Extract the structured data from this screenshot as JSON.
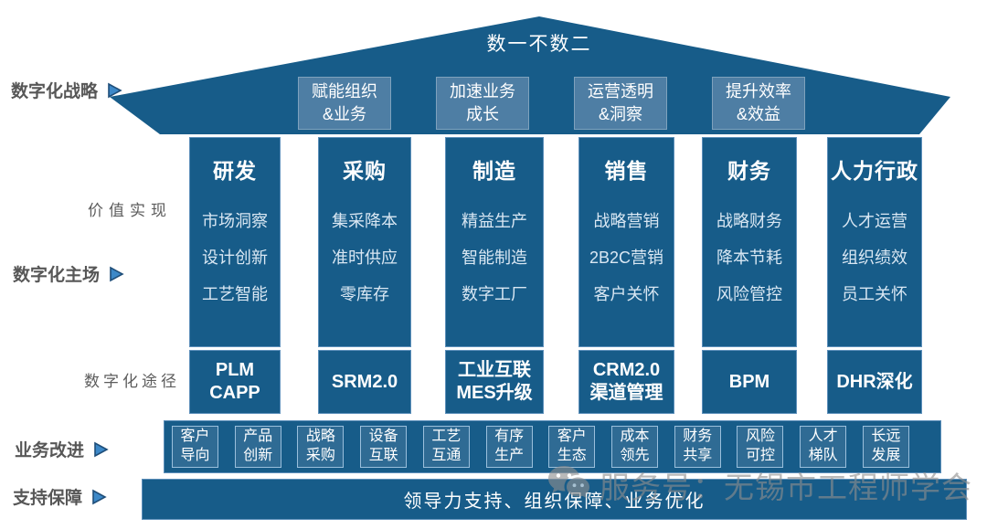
{
  "roof": {
    "title": "数一不数二",
    "strategy_boxes": [
      {
        "label": "赋能组织\n&业务"
      },
      {
        "label": "加速业务\n成长"
      },
      {
        "label": "运营透明\n&洞察"
      },
      {
        "label": "提升效率\n&效益"
      }
    ]
  },
  "side_labels": {
    "strategy": "数字化战略",
    "value": "价值实现",
    "arena": "数字化主场",
    "path": "数字化途径",
    "improvement": "业务改进",
    "support": "支持保障"
  },
  "pillars": [
    {
      "title": "研发",
      "items": [
        "市场洞察",
        "设计创新",
        "工艺智能"
      ],
      "foundation": "PLM\nCAPP"
    },
    {
      "title": "采购",
      "items": [
        "集采降本",
        "准时供应",
        "零库存"
      ],
      "foundation": "SRM2.0"
    },
    {
      "title": "制造",
      "items": [
        "精益生产",
        "智能制造",
        "数字工厂"
      ],
      "foundation": "工业互联\nMES升级"
    },
    {
      "title": "销售",
      "items": [
        "战略营销",
        "2B2C营销",
        "客户关怀"
      ],
      "foundation": "CRM2.0\n渠道管理"
    },
    {
      "title": "财务",
      "items": [
        "战略财务",
        "降本节耗",
        "风险管控"
      ],
      "foundation": "BPM"
    },
    {
      "title": "人力行政",
      "items": [
        "人才运营",
        "组织绩效",
        "员工关怀"
      ],
      "foundation": "DHR深化"
    }
  ],
  "improvement_cells": [
    "客户\n导向",
    "产品\n创新",
    "战略\n采购",
    "设备\n互联",
    "工艺\n互通",
    "有序\n生产",
    "客户\n生态",
    "成本\n领先",
    "财务\n共享",
    "风险\n可控",
    "人才\n梯队",
    "长远\n发展"
  ],
  "support_bar": {
    "text": "领导力支持、组织保障、业务优化"
  },
  "watermark": {
    "text": "服务号：无锡市工程师学会",
    "icon": "wechat-icon"
  },
  "icons": {
    "arrow": "right-triangle-icon",
    "watermark": "wechat-icon"
  },
  "colors": {
    "primary_blue": "#175C89",
    "strategy_box_blue": "#4E7EA4",
    "cell_blue": "#2F6B94",
    "label_gray": "#575757",
    "arrow_blue": "#3C88C8",
    "watermark_gray": "#8F8F8F"
  }
}
